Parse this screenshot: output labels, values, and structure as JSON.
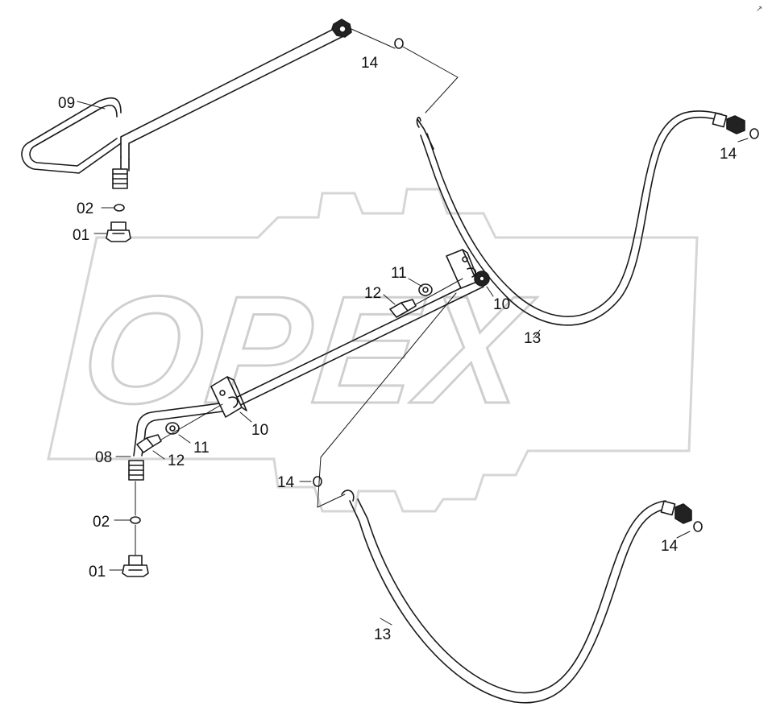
{
  "watermark": {
    "text": "OPEX"
  },
  "corner_mark": "↗",
  "callouts": {
    "c01_top": "01",
    "c02_top": "02",
    "c09": "09",
    "c14_top": "14",
    "c14_right_top": "14",
    "c11_top": "11",
    "c12_top": "12",
    "c10_top": "10",
    "c13_top": "13",
    "c10_mid": "10",
    "c11_mid": "11",
    "c12_mid": "12",
    "c08": "08",
    "c14_mid": "14",
    "c02_bot": "02",
    "c01_bot": "01",
    "c14_right_bot": "14",
    "c13_bot": "13"
  },
  "colors": {
    "line": "#1a1a1a",
    "watermark_stroke": "#cfcfcf",
    "background": "#ffffff"
  }
}
